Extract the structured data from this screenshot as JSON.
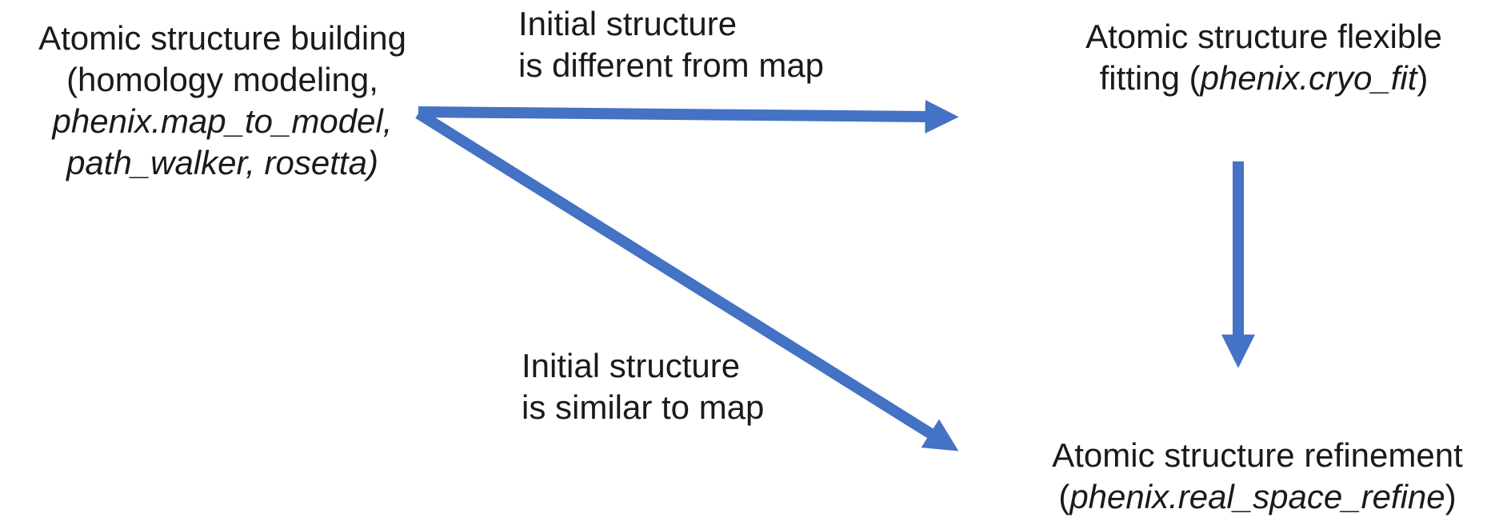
{
  "colors": {
    "background": "#ffffff",
    "text": "#1a1a1a",
    "arrow": "#4472c4"
  },
  "nodes": {
    "building": {
      "line1": "Atomic structure building",
      "line2": "(homology modeling,",
      "line3": "phenix.map_to_model,",
      "line4": "path_walker, rosetta)"
    },
    "fitting": {
      "line1": "Atomic structure flexible",
      "line2_prefix": "fitting (",
      "line2_tool": "phenix.cryo_fit",
      "line2_suffix": ")"
    },
    "refinement": {
      "line1": "Atomic structure refinement",
      "line2_prefix": "(",
      "line2_tool": "phenix.real_space_refine",
      "line2_suffix": ")"
    }
  },
  "edge_labels": {
    "different": {
      "line1": "Initial structure",
      "line2": "is different from map"
    },
    "similar": {
      "line1": "Initial structure",
      "line2": "is similar to map"
    }
  },
  "arrows": {
    "building_to_fitting": "arrow from structure building to flexible fitting",
    "building_to_refinement": "arrow from structure building to refinement",
    "fitting_to_refinement": "arrow from flexible fitting to refinement"
  }
}
